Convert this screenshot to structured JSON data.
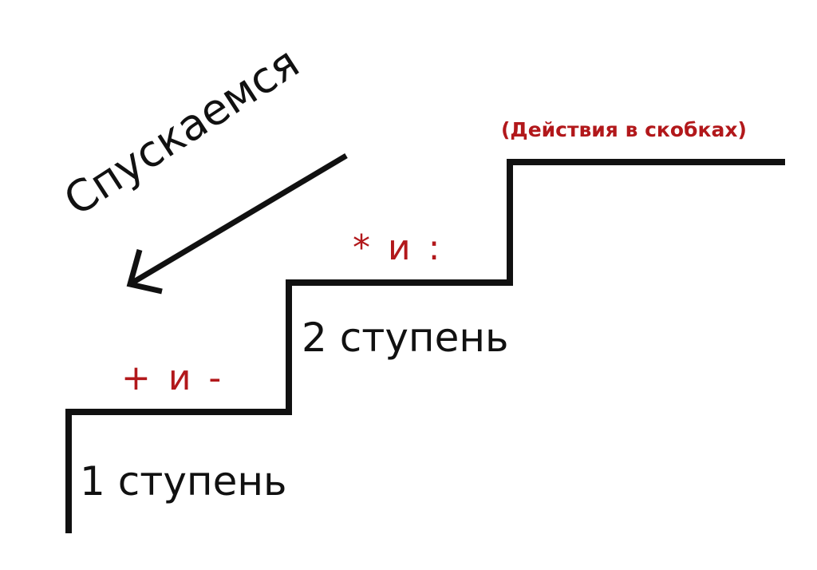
{
  "diagram": {
    "direction_label": "Спускаемся",
    "top_note": "(Действия в скобках)",
    "steps": [
      {
        "label": "1 ступень",
        "operations": "+ и -"
      },
      {
        "label": "2 ступень",
        "operations": "* и :"
      }
    ],
    "colors": {
      "line": "#111111",
      "accent": "#b2181b",
      "text": "#111111",
      "background": "#ffffff"
    }
  }
}
